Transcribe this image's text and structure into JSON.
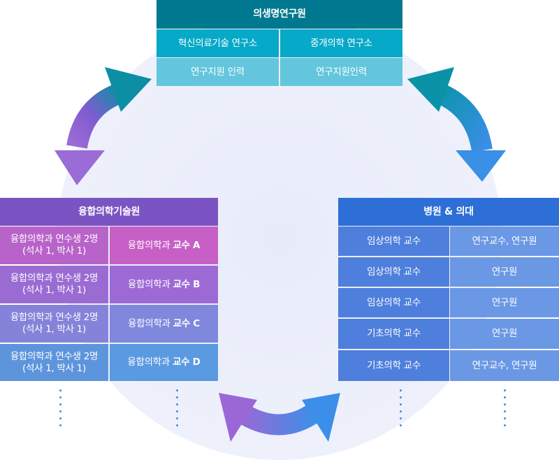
{
  "top": {
    "title": "의생명연구원",
    "row1": [
      "혁신의료기술 연구소",
      "중개의학 연구소"
    ],
    "row2": [
      "연구지원 인력",
      "연구지원인력"
    ]
  },
  "left": {
    "title": "융합의학기술원",
    "rows": [
      {
        "left_line1": "융합의학과 연수생 2명",
        "left_line2": "(석사 1, 박사 1)",
        "right_prefix": "융합의학과 ",
        "right_bold": "교수 A"
      },
      {
        "left_line1": "융합의학과 연수생 2명",
        "left_line2": "(석사 1, 박사 1)",
        "right_prefix": "융합의학과 ",
        "right_bold": "교수 B"
      },
      {
        "left_line1": "융합의학과 연수생 2명",
        "left_line2": "(석사 1, 박사 1)",
        "right_prefix": "융합의학과 ",
        "right_bold": "교수 C"
      },
      {
        "left_line1": "융합의학과 연수생 2명",
        "left_line2": "(석사 1, 박사 1)",
        "right_prefix": "융합의학과 ",
        "right_bold": "교수 D"
      }
    ]
  },
  "right": {
    "title": "병원 & 의대",
    "rows": [
      {
        "left": "임상의학 교수",
        "right": "연구교수, 연구원"
      },
      {
        "left": "임상의학 교수",
        "right": "연구원"
      },
      {
        "left": "임상의학 교수",
        "right": "연구원"
      },
      {
        "left": "기초의학 교수",
        "right": "연구원"
      },
      {
        "left": "기초의학 교수",
        "right": "연구교수, 연구원"
      }
    ]
  },
  "colors": {
    "top_header": "#00788f",
    "top_row1": "#06a9c8",
    "top_row2": "#63c6dc",
    "left_header": "#7b54c3",
    "right_header": "#2d6fd6",
    "right_col_left": "#4f7fdc",
    "right_col_right": "#6b98e4",
    "circle": "#eef1fb"
  }
}
